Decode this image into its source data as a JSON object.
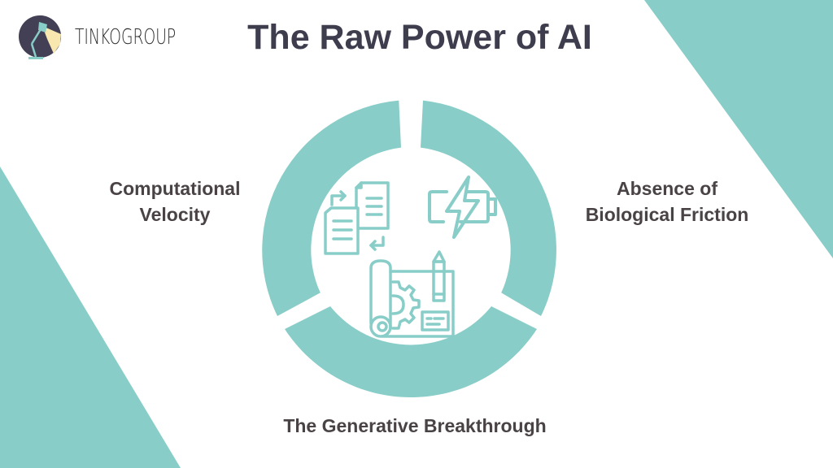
{
  "brand": {
    "name": "TINKOGROUP",
    "logo_icon": "desk-lamp-icon"
  },
  "slide": {
    "title": "The Raw Power of AI"
  },
  "diagram": {
    "type": "three-segment-ring",
    "segments": [
      {
        "label": "Computational Velocity",
        "label_lines": [
          "Computational",
          "Velocity"
        ],
        "position": "left",
        "icon": "document-exchange-icon"
      },
      {
        "label": "Absence of Biological Friction",
        "label_lines": [
          "Absence of",
          "Biological Friction"
        ],
        "position": "right",
        "icon": "battery-charging-icon"
      },
      {
        "label": "The Generative Breakthrough",
        "label_lines": [
          "The Generative Breakthrough"
        ],
        "position": "bottom",
        "icon": "blueprint-gear-icon"
      }
    ]
  },
  "colors": {
    "accent": "#88cdc8",
    "title": "#3e3d4e",
    "label": "#4a4346",
    "logo_dark": "#434055",
    "logo_light": "#f8e8b0",
    "background": "#ffffff"
  }
}
